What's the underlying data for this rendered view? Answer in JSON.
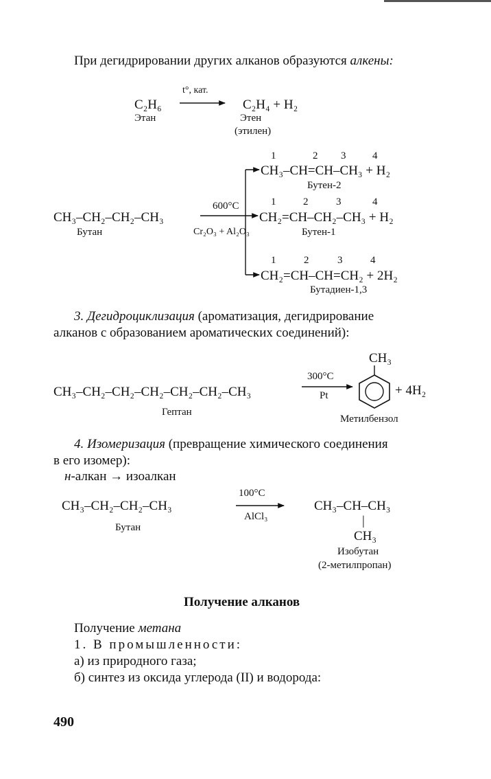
{
  "intro": {
    "text": "При дегидрировании других алканов образуются ",
    "em": "алкены:"
  },
  "ethane": {
    "cond": "t°, кат.",
    "reactant": "C₂H₆",
    "reactant_name": "Этан",
    "product": "C₂H₄  +  H₂",
    "product_name": "Этен",
    "product_alt": "(этилен)"
  },
  "butane": {
    "reactant": "CH₃–CH₂–CH₂–CH₃",
    "reactant_name": "Бутан",
    "temp": "600°C",
    "catalyst": "Cr₂O₃ + Al₂O₃",
    "numbers": [
      "1",
      "2",
      "3",
      "4"
    ],
    "p1": "CH₃–CH=CH–CH₃ + H₂",
    "p1_name": "Бутен-2",
    "p2": "CH₂=CH–CH₂–CH₃ + H₂",
    "p2_name": "Бутен-1",
    "p3": "CH₂=CH–CH=CH₂ + 2H₂",
    "p3_name": "Бутадиен-1,3"
  },
  "section3": {
    "title": "3. Дегидроциклизация",
    "line1": " (ароматизация, дегидрирование",
    "line2": "алканов с образованием ароматических соединений):"
  },
  "heptane": {
    "reactant": "CH₃–CH₂–CH₂–CH₂–CH₂–CH₂–CH₃",
    "reactant_name": "Гептан",
    "temp": "300°C",
    "catalyst": "Pt",
    "substituent": "CH₃",
    "extra": "+ 4H₂",
    "product_name": "Метилбензол"
  },
  "section4": {
    "title": "4. Изомеризация",
    "line1": " (превращение химического соединения",
    "line2": "в его изомер):",
    "line3_prefix": "н",
    "line3_rest": "-алкан → изоалкан"
  },
  "isomer": {
    "reactant": "CH₃–CH₂–CH₂–CH₃",
    "reactant_name": "Бутан",
    "temp": "100°C",
    "catalyst": "AlCl₃",
    "product": "CH₃–CH–CH₃",
    "branch_bond": "|",
    "branch": "CH₃",
    "product_name": "Изобутан",
    "product_alt": "(2-метилпропан)"
  },
  "heading": "Получение алканов",
  "methane": {
    "prefix": "Получение ",
    "em": "метана",
    "item1": "1. В промышленности:",
    "item_a": "а) из природного газа;",
    "item_b": "б) синтез из оксида углерода (II) и водорода:"
  },
  "page_number": "490"
}
